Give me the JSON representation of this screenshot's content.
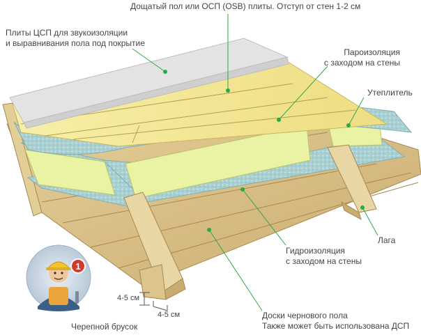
{
  "labels": {
    "top_floor": "Дощатый пол или ОСП (OSB) плиты. Отступ от стен 1-2 см",
    "csp_line1": "Плиты ЦСП для звукоизоляции",
    "csp_line2": "и выравнивания пола под покрытие",
    "vapor_line1": "Пароизоляция",
    "vapor_line2": "с заходом на стены",
    "insulation": "Утеплитель",
    "joist": "Лага",
    "hydro_line1": "Гидроизоляция",
    "hydro_line2": "с заходом на стены",
    "subfloor_line1": "Доски чернового пола",
    "subfloor_line2": "Также может быть использована ДСП",
    "cranial_bar": "Черепной брусок",
    "dim_vertical": "4-5 см",
    "dim_horizontal": "4-5 см"
  },
  "badge": {
    "number": "1"
  },
  "colors": {
    "leader": "#2aa84a",
    "dot": "#2aa84a",
    "text": "#444444",
    "csp_slab": "#dcdcdc",
    "osb": "#f4ea9a",
    "vapor_barrier": "#a9cfd1",
    "insulation": "#eaf2a4",
    "wood": "#d7be85",
    "badge_red": "#d33a2c"
  },
  "icons": {
    "worker": "builder-mascot-icon",
    "badge": "number-badge-icon",
    "dot": "leader-dot-icon"
  }
}
